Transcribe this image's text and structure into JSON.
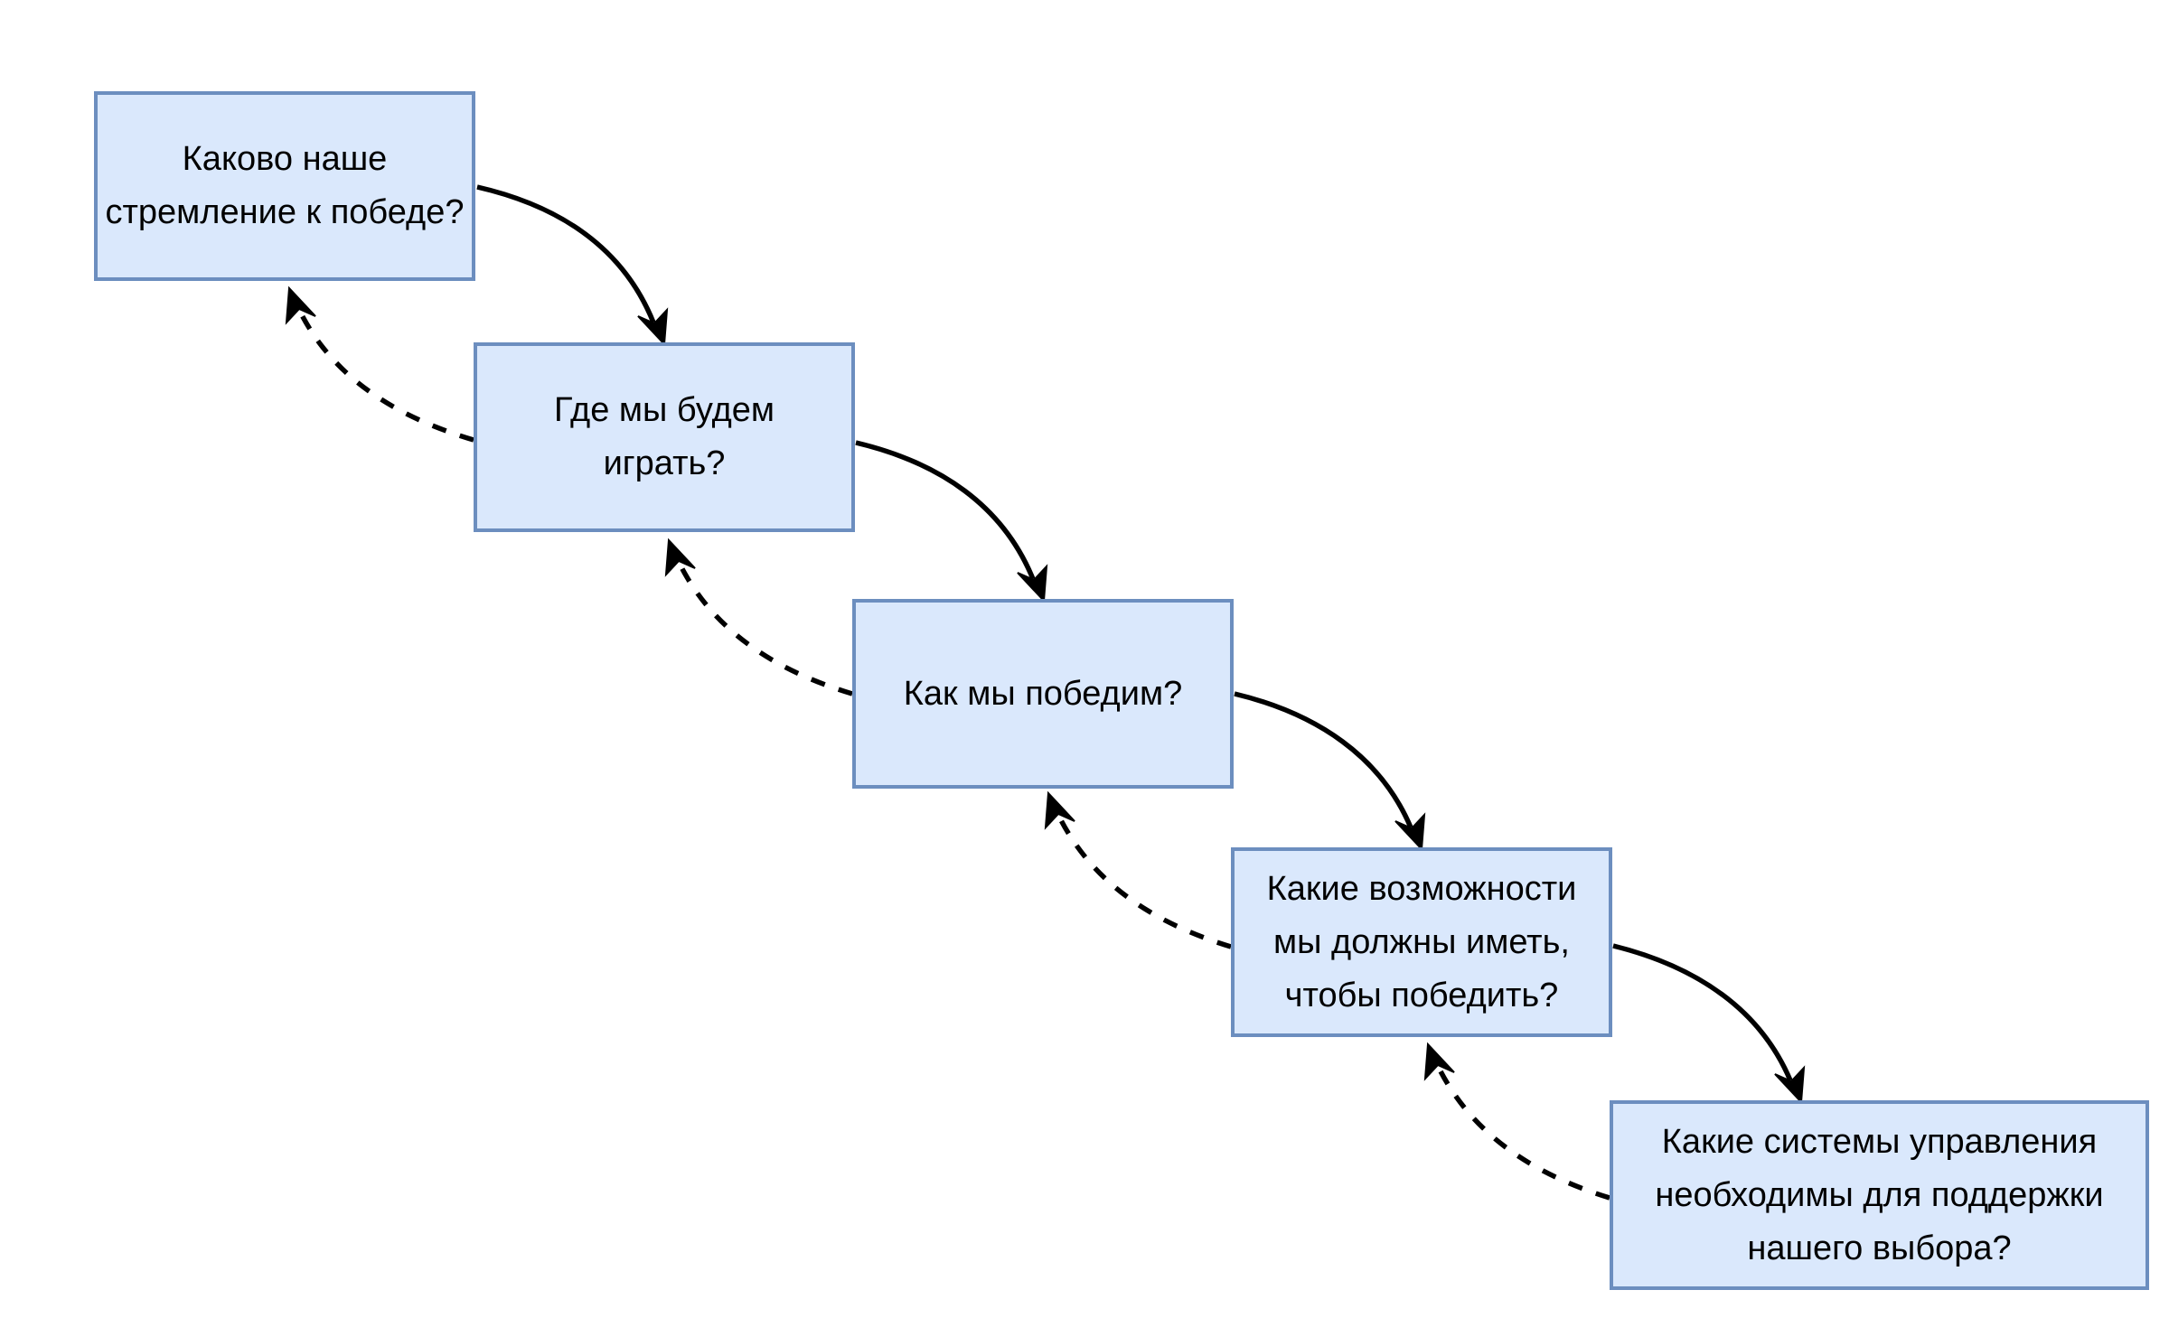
{
  "diagram": {
    "colors": {
      "node_fill": "#dae8fc",
      "node_border": "#6c8ebf",
      "arrow": "#000000",
      "background": "#ffffff"
    },
    "nodes": [
      {
        "id": "node-1",
        "label": "Каково наше стремление к победе?"
      },
      {
        "id": "node-2",
        "label": "Где мы будем играть?"
      },
      {
        "id": "node-3",
        "label": "Как мы победим?"
      },
      {
        "id": "node-4",
        "label": "Какие возможности мы должны иметь, чтобы победить?"
      },
      {
        "id": "node-5",
        "label": "Какие системы управления необходимы для поддержки нашего выбора?"
      }
    ],
    "edges": [
      {
        "from": "node-1",
        "to": "node-2",
        "style": "solid"
      },
      {
        "from": "node-2",
        "to": "node-3",
        "style": "solid"
      },
      {
        "from": "node-3",
        "to": "node-4",
        "style": "solid"
      },
      {
        "from": "node-4",
        "to": "node-5",
        "style": "solid"
      },
      {
        "from": "node-2",
        "to": "node-1",
        "style": "dashed"
      },
      {
        "from": "node-3",
        "to": "node-2",
        "style": "dashed"
      },
      {
        "from": "node-4",
        "to": "node-3",
        "style": "dashed"
      },
      {
        "from": "node-5",
        "to": "node-4",
        "style": "dashed"
      }
    ]
  }
}
